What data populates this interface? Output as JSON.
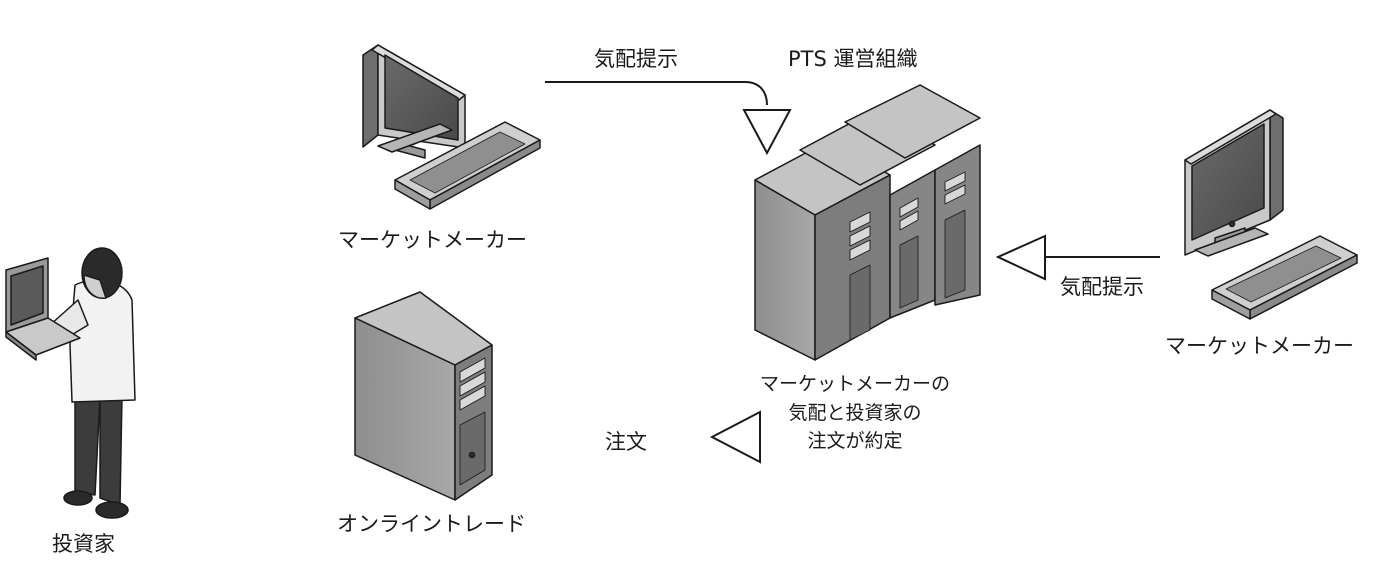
{
  "labels": {
    "pts_operator": "PTS 運営組織",
    "quote_top": "気配提示",
    "quote_right": "気配提示",
    "market_maker_top": "マーケットメーカー",
    "market_maker_right": "マーケットメーカー",
    "online_trade": "オンライントレード",
    "investor": "投資家",
    "order": "注文",
    "matching_note": [
      "マーケットメーカーの",
      "気配と投資家の",
      "注文が約定"
    ]
  },
  "colors": {
    "stroke": "#1a1a1a",
    "case_front": "#9a9a9a",
    "case_side": "#7d7d7d",
    "case_top": "#c4c4c4",
    "screen": "#5a5a5a",
    "shirt": "#f2f2f2",
    "pants": "#3c3c3c",
    "hair": "#2a2a2a"
  },
  "icons": {
    "monitor_top": "desktop-computer-icon",
    "monitor_right": "desktop-computer-icon",
    "server_cluster": "server-rack-icon",
    "server_single": "server-tower-icon",
    "person": "person-with-laptop-icon"
  }
}
